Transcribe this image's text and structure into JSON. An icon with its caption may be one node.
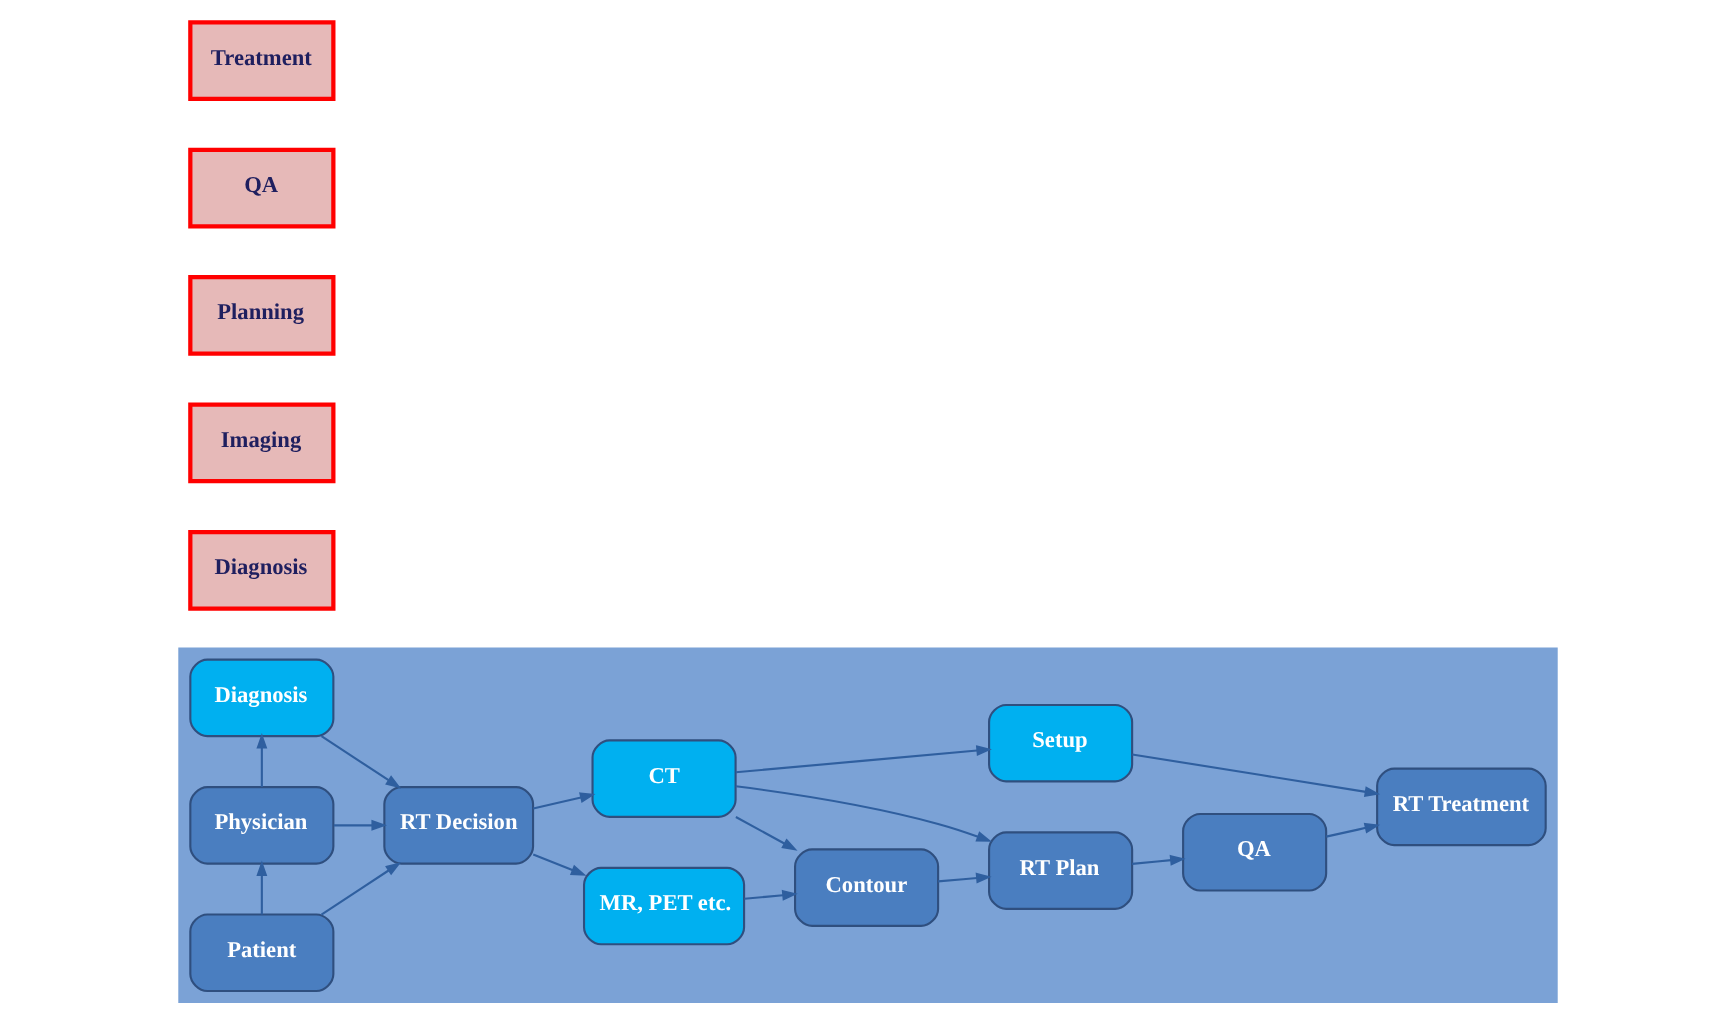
{
  "diagram": {
    "nodes": [
      {
        "text": [],
        "shape": "box"
      },
      {
        "text": [
          "Patient"
        ],
        "in": 0
      },
      {
        "text": [
          "Physician"
        ],
        "in": 0
      },
      {
        "text": [
          "Diagnosis"
        ],
        "in": 0
      },
      {
        "text": [
          "RT Decision"
        ],
        "in": 0
      },
      {
        "text": [
          "CT"
        ],
        "in": 0
      },
      {
        "text": [
          "MR, PET etc."
        ],
        "in": 0
      },
      {
        "text": [
          "RT Plan"
        ],
        "in": 0
      },
      {
        "text": [
          "Contour"
        ],
        "in": 0
      },
      {
        "text": [
          "QA"
        ],
        "in": 0
      },
      {
        "text": [
          "Setup"
        ],
        "in": 0
      },
      {
        "text": [
          "RT Treatment"
        ],
        "in": 0
      },
      {
        "text": [
          "Diagnosis"
        ]
      },
      {
        "text": [
          "Imaging"
        ]
      },
      {
        "text": [
          "Planning"
        ]
      },
      {
        "text": [
          "QA"
        ]
      },
      {
        "text": [
          "Treatment"
        ]
      }
    ],
    "edges": [
      {
        "from": 1,
        "to": 2,
        "arrow": "to"
      },
      {
        "from": 1,
        "to": 4,
        "arrow": "to"
      },
      {
        "from": 2,
        "to": 4,
        "arrow": "to"
      },
      {
        "from": 2,
        "to": 3,
        "arrow": "to"
      },
      {
        "from": 3,
        "to": 4,
        "arrow": "to"
      },
      {
        "from": 4,
        "to": 5,
        "arrow": "to"
      },
      {
        "from": 4,
        "to": 6,
        "arrow": "to"
      },
      {
        "from": 5,
        "to": 7,
        "arrow": "to"
      },
      {
        "from": 5,
        "to": 8,
        "arrow": "to"
      },
      {
        "from": 5,
        "to": 10,
        "arrow": "to"
      },
      {
        "from": 6,
        "to": 8,
        "arrow": "to"
      },
      {
        "from": 8,
        "to": 7,
        "arrow": "to"
      },
      {
        "from": 7,
        "to": 9,
        "arrow": "to"
      },
      {
        "from": 9,
        "to": 11,
        "arrow": "to"
      },
      {
        "from": 10,
        "to": 11,
        "arrow": "to"
      }
    ]
  }
}
